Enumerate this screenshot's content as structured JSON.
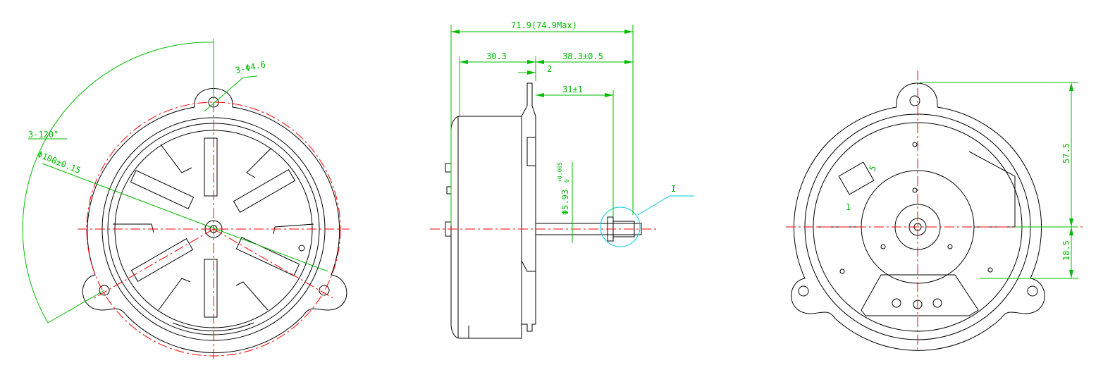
{
  "colors": {
    "outline": "#000000",
    "centerline": "#ff0000",
    "dimension": "#00bb00",
    "leader": "#00c8e6"
  },
  "front_view": {
    "hole_dim": "3-Φ4.6",
    "angle_dim": "3-120°",
    "pcd_dim": "Φ100±0.15"
  },
  "side_view": {
    "overall_length": "71.9(74.9Max)",
    "body_length": "30.3",
    "shaft_length": "38.3±0.5",
    "flange_step": "2",
    "shaft_reach": "31±1",
    "shaft_dia_base": "Φ5.93",
    "shaft_tol_upper": "+0.005",
    "shaft_tol_lower": "0",
    "detail_label": "I"
  },
  "rear_view": {
    "height_upper": "57.5",
    "height_lower": "18.5",
    "connector_pin1": "1",
    "connector_pin5": "5"
  }
}
